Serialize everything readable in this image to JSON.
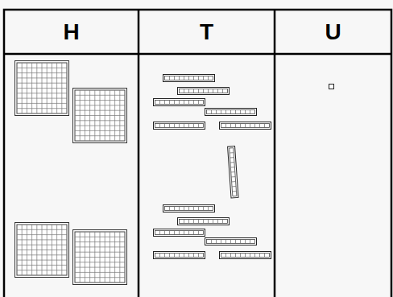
{
  "diagram": {
    "labels": [
      "H",
      "T",
      "U"
    ]
  }
}
